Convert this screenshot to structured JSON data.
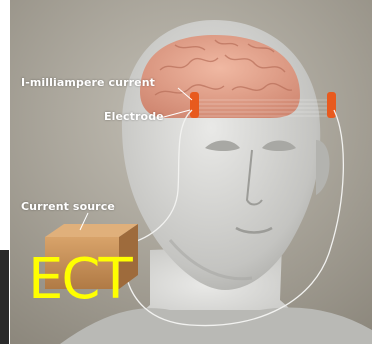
{
  "labels": {
    "current": "I-milliampere current",
    "electrode": "Electrode",
    "current_source": "Current source"
  },
  "overlay_title": "ECT",
  "colors": {
    "background": "#a7a297",
    "skin": "#c9c9c6",
    "brain": "#e2a08a",
    "electrode": "#e85a1e",
    "box": "#c9935a",
    "label_text": "#ffffff",
    "overlay_text": "#ffff00"
  }
}
